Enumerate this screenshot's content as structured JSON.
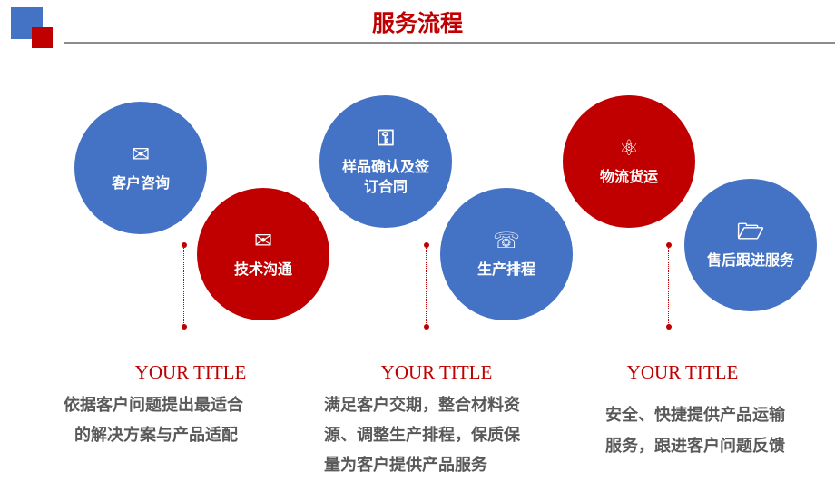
{
  "header": {
    "title": "服务流程"
  },
  "colors": {
    "blue": "#4472c4",
    "red": "#c00000"
  },
  "steps": [
    {
      "label": "客户咨询",
      "icon": "envelope-icon",
      "glyph": "✉"
    },
    {
      "label": "技术沟通",
      "icon": "open-mail-icon",
      "glyph": "✉"
    },
    {
      "label": "样品确认及签订合同",
      "icon": "key-icon",
      "glyph": "⚿"
    },
    {
      "label": "生产排程",
      "icon": "phone-24h-icon",
      "glyph": "☏"
    },
    {
      "label": "物流货运",
      "icon": "atom-icon",
      "glyph": "⚛"
    },
    {
      "label": "售后跟进服务",
      "icon": "folder-icon",
      "glyph": "🗁"
    }
  ],
  "columns": [
    {
      "title": "YOUR TITLE",
      "lines": [
        "依据客户问题提出最适合",
        "的解决方案与产品适配"
      ]
    },
    {
      "title": "YOUR TITLE",
      "lines": [
        "满足客户交期，整合材料资",
        "源、调整生产排程，保质保",
        "量为客户提供产品服务"
      ]
    },
    {
      "title": "YOUR TITLE",
      "lines": [
        "安全、快捷提供产品运输",
        "服务，跟进客户问题反馈"
      ]
    }
  ]
}
